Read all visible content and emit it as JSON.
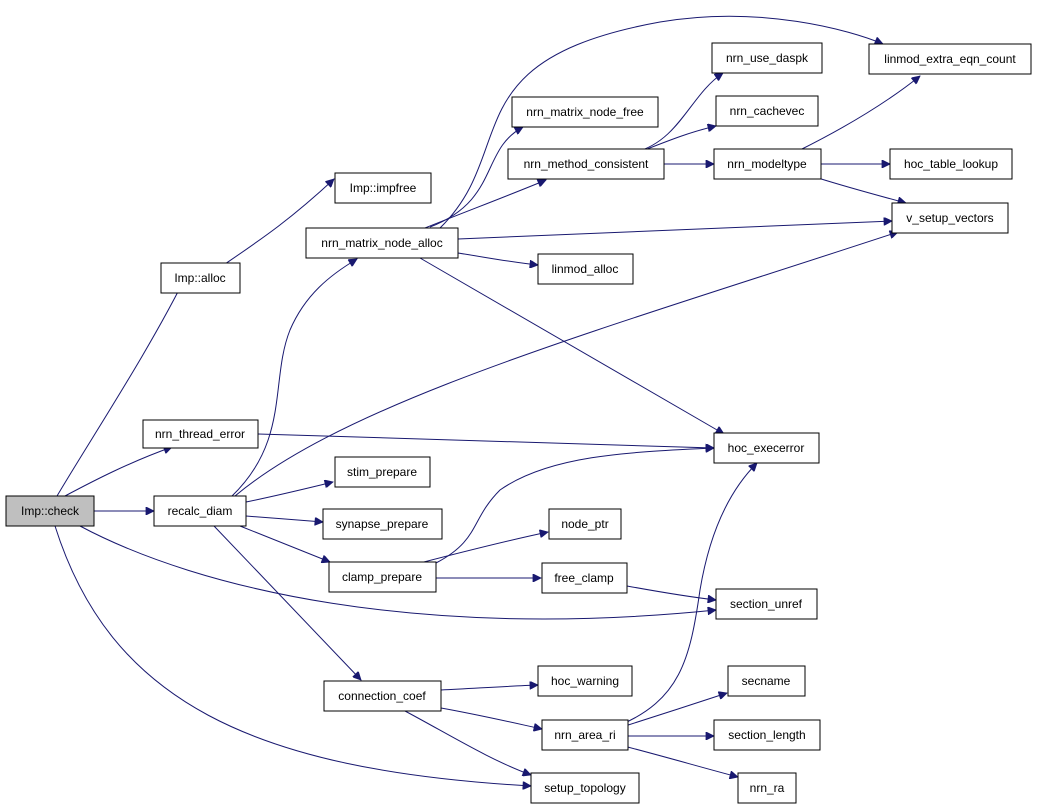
{
  "graph": {
    "root": "Imp::check",
    "arrow_color": "#191970",
    "root_fill": "#bfbfbf",
    "nodes": {
      "imp_check": "Imp::check",
      "imp_alloc": "Imp::alloc",
      "imp_impfree": "Imp::impfree",
      "nrn_matrix_node_alloc": "nrn_matrix_node_alloc",
      "nrn_matrix_node_free": "nrn_matrix_node_free",
      "nrn_method_consistent": "nrn_method_consistent",
      "nrn_use_daspk": "nrn_use_daspk",
      "nrn_cachevec": "nrn_cachevec",
      "nrn_modeltype": "nrn_modeltype",
      "linmod_extra_eqn_count": "linmod_extra_eqn_count",
      "hoc_table_lookup": "hoc_table_lookup",
      "v_setup_vectors": "v_setup_vectors",
      "linmod_alloc": "linmod_alloc",
      "nrn_thread_error": "nrn_thread_error",
      "hoc_execerror": "hoc_execerror",
      "recalc_diam": "recalc_diam",
      "stim_prepare": "stim_prepare",
      "synapse_prepare": "synapse_prepare",
      "node_ptr": "node_ptr",
      "clamp_prepare": "clamp_prepare",
      "free_clamp": "free_clamp",
      "section_unref": "section_unref",
      "connection_coef": "connection_coef",
      "hoc_warning": "hoc_warning",
      "secname": "secname",
      "nrn_area_ri": "nrn_area_ri",
      "section_length": "section_length",
      "setup_topology": "setup_topology",
      "nrn_ra": "nrn_ra"
    },
    "edges": [
      {
        "from": "Imp::check",
        "to": "Imp::alloc"
      },
      {
        "from": "Imp::check",
        "to": "nrn_thread_error"
      },
      {
        "from": "Imp::check",
        "to": "recalc_diam"
      },
      {
        "from": "Imp::check",
        "to": "section_unref"
      },
      {
        "from": "Imp::check",
        "to": "setup_topology"
      },
      {
        "from": "Imp::alloc",
        "to": "Imp::impfree"
      },
      {
        "from": "nrn_matrix_node_alloc",
        "to": "nrn_matrix_node_free"
      },
      {
        "from": "nrn_matrix_node_alloc",
        "to": "nrn_method_consistent"
      },
      {
        "from": "nrn_matrix_node_alloc",
        "to": "linmod_extra_eqn_count"
      },
      {
        "from": "nrn_matrix_node_alloc",
        "to": "v_setup_vectors"
      },
      {
        "from": "nrn_matrix_node_alloc",
        "to": "linmod_alloc"
      },
      {
        "from": "nrn_matrix_node_alloc",
        "to": "hoc_execerror"
      },
      {
        "from": "nrn_method_consistent",
        "to": "nrn_use_daspk"
      },
      {
        "from": "nrn_method_consistent",
        "to": "nrn_cachevec"
      },
      {
        "from": "nrn_method_consistent",
        "to": "nrn_modeltype"
      },
      {
        "from": "nrn_modeltype",
        "to": "linmod_extra_eqn_count"
      },
      {
        "from": "nrn_modeltype",
        "to": "hoc_table_lookup"
      },
      {
        "from": "nrn_modeltype",
        "to": "v_setup_vectors"
      },
      {
        "from": "nrn_thread_error",
        "to": "hoc_execerror"
      },
      {
        "from": "recalc_diam",
        "to": "nrn_matrix_node_alloc"
      },
      {
        "from": "recalc_diam",
        "to": "v_setup_vectors"
      },
      {
        "from": "recalc_diam",
        "to": "stim_prepare"
      },
      {
        "from": "recalc_diam",
        "to": "synapse_prepare"
      },
      {
        "from": "recalc_diam",
        "to": "clamp_prepare"
      },
      {
        "from": "recalc_diam",
        "to": "connection_coef"
      },
      {
        "from": "clamp_prepare",
        "to": "hoc_execerror"
      },
      {
        "from": "clamp_prepare",
        "to": "node_ptr"
      },
      {
        "from": "clamp_prepare",
        "to": "free_clamp"
      },
      {
        "from": "free_clamp",
        "to": "section_unref"
      },
      {
        "from": "connection_coef",
        "to": "hoc_warning"
      },
      {
        "from": "connection_coef",
        "to": "nrn_area_ri"
      },
      {
        "from": "connection_coef",
        "to": "setup_topology"
      },
      {
        "from": "nrn_area_ri",
        "to": "hoc_execerror"
      },
      {
        "from": "nrn_area_ri",
        "to": "secname"
      },
      {
        "from": "nrn_area_ri",
        "to": "section_length"
      },
      {
        "from": "nrn_area_ri",
        "to": "nrn_ra"
      }
    ]
  }
}
